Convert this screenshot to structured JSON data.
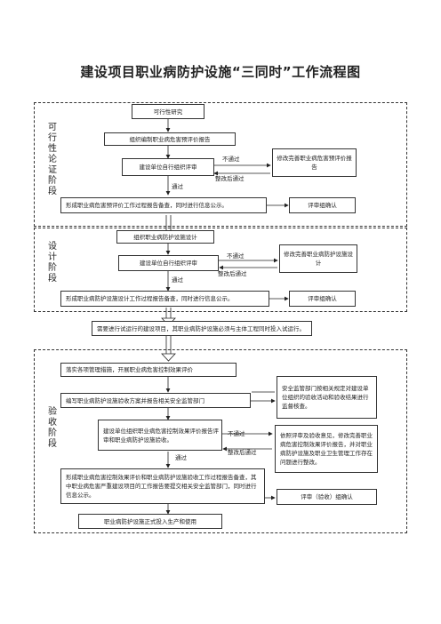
{
  "title": "建设项目职业病防护设施“三同时”工作流程图",
  "stage1": {
    "label": "可行性论证阶段",
    "feasibility": "可行性研究",
    "prepare_report": "组织编制职业病危害预评价报告",
    "review": "建设单位自行组织评审",
    "fail": "不通过",
    "revise_after": "整改后通过",
    "pass": "通过",
    "revise_box": "修改完善职业病危害预评价报告",
    "result": "形成职业病危害预评价工作过程报告备查，同时进行信息公示。",
    "confirm": "评审组确认"
  },
  "stage2": {
    "label": "设计阶段",
    "design": "组织职业病防护设施设计",
    "review": "建设单位自行组织评审",
    "fail": "不通过",
    "revise_after": "整改后通过",
    "pass": "通过",
    "revise_box": "修改完善职业病防护设施设计",
    "result": "形成职业病防护设施设计工作过程报告备查，同时进行信息公示。",
    "confirm": "评审组确认"
  },
  "trial_note": "需要进行试运行的建设项目，其职业病防护设施必须与主体工程同时投入试运行。",
  "stage3": {
    "label": "验收阶段",
    "implement": "落实各项管理措施，开展职业病危害控制效果评价",
    "plan": "编写职业病防护设施验收方案并报告相关安全监管部门",
    "supervise": "安全监管部门按相关规定对建设单位组织的验收活动和验收结果进行监督核查。",
    "review": "建设单位组织职业病危害控制效果评价报告评审和职业病防护设施验收。",
    "fail": "不通过",
    "revise_after": "整改后通过",
    "pass": "通过",
    "revise_box": "依照评审及验收意见，修改完善职业病危害控制效果评价报告，并对职业病防护设施及职业卫生管理工作存在问题进行整改。",
    "result": "形成职业病危害控制效果评价和职业病防护设施验收工作过程报告备查，其中职业病危害严重建设项目的工作报告要提交相关安全监管部门，同时进行信息公示。",
    "confirm": "评审（验收）组确认",
    "final": "职业病防护设施正式投入生产和使用"
  }
}
